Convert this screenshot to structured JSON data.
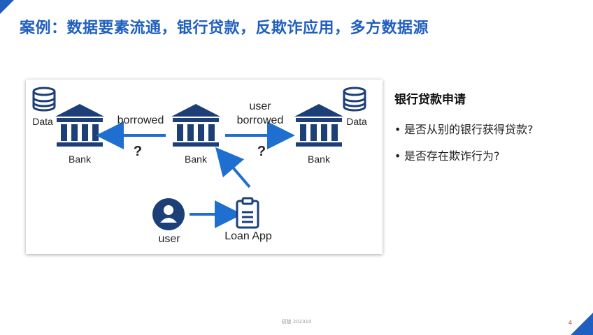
{
  "slide": {
    "title": "案例：数据要素流通，银行贷款，反欺诈应用，多方数据源",
    "footer": "初版 202310",
    "page_number": "4",
    "accent_color": "#1f5fbf"
  },
  "diagram": {
    "left_data_label": "Data",
    "right_data_label": "Data",
    "bank_left_label": "Bank",
    "bank_center_label": "Bank",
    "bank_right_label": "Bank",
    "arrow_left_label": "borrowed",
    "arrow_right_label_line1": "user",
    "arrow_right_label_line2": "borrowed",
    "question_left": "?",
    "question_right": "?",
    "user_label": "user",
    "app_label": "Loan App",
    "icons": [
      "database-icon",
      "bank-icon",
      "user-icon",
      "clipboard-icon"
    ]
  },
  "panel": {
    "heading": "银行贷款申请",
    "bullets": [
      "是否从别的银行获得贷款?",
      "是否存在欺诈行为?"
    ]
  }
}
